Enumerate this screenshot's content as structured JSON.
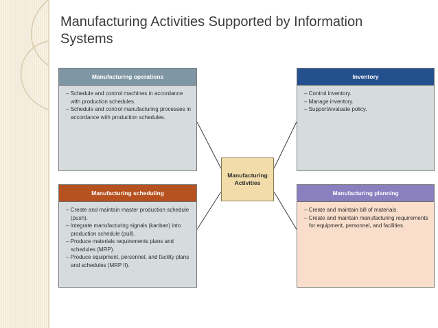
{
  "slide": {
    "title": "Manufacturing Activities Supported by Information Systems"
  },
  "diagram": {
    "center": {
      "label": "Manufacturing\nActivities"
    },
    "boxes": [
      {
        "id": "manufacturing-operations",
        "title": "Manufacturing operations",
        "header_color": "#7f97a5",
        "body_color": "#d6dcdd",
        "items": [
          "– Schedule and control machines in accordance with production schedules.",
          "– Schedule and control manufacturing processes in accordance with production schedules."
        ]
      },
      {
        "id": "inventory",
        "title": "Inventory",
        "header_color": "#25508e",
        "body_color": "#d6dcdd",
        "items": [
          "– Control inventory.",
          "– Manage inventory.",
          "– Support/evaluate policy."
        ]
      },
      {
        "id": "manufacturing-scheduling",
        "title": "Manufacturing scheduling",
        "header_color": "#b65220",
        "body_color": "#d6dcdd",
        "items": [
          "– Create and maintain master production schedule (push).",
          "– Integrate manufacturing signals (kanban) into production schedule (pull).",
          "– Produce materials requirements plans and schedules (MRP).",
          "– Produce equipment, personnel, and facility plans and schedules (MRP II)."
        ]
      },
      {
        "id": "manufacturing-planning",
        "title": "Manufacturing planning",
        "header_color": "#8a7fbf",
        "body_color": "#f8decb",
        "items": [
          "– Create and maintain bill of materials.",
          "– Create and maintain manufacturing requirements for equipment, personnel, and facilities."
        ]
      }
    ]
  }
}
